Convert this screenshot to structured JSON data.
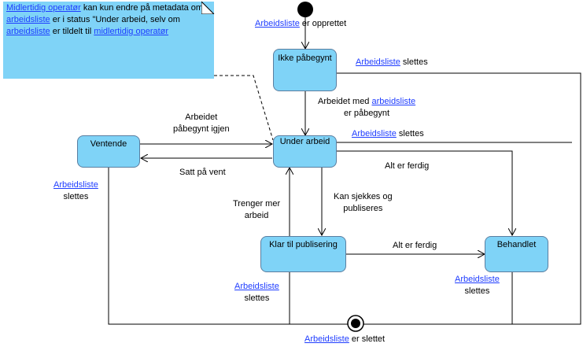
{
  "note": {
    "t1": "Midlertidig operatør",
    "t2": " kan kun endre på metadata om ",
    "t3": "arbeidsliste",
    "t4": " er i status \"Under arbeid, selv om ",
    "t5": "arbeidsliste",
    "t6": " er tildelt til ",
    "t7": "midlertidig operatør"
  },
  "states": {
    "ikke": "Ikke påbegynt",
    "under": "Under arbeid",
    "vent": "Ventende",
    "klar": "Klar til publisering",
    "behandlet": "Behandlet"
  },
  "labels": {
    "arbeidsliste": "Arbeidsliste",
    "opprettet": "er opprettet",
    "slettes": "slettes",
    "slettet": "er slettet",
    "med_a": "Arbeidet med ",
    "med_link": "arbeidsliste",
    "med_b": "er påbegynt",
    "gjen_1": "Arbeidet",
    "gjen_2": "påbegynt igjen",
    "vent": "Satt på vent",
    "ferdig": "Alt er ferdig",
    "sjekk_1": "Kan sjekkes og",
    "sjekk_2": "publiseres",
    "trenger_1": "Trenger mer",
    "trenger_2": "arbeid"
  }
}
